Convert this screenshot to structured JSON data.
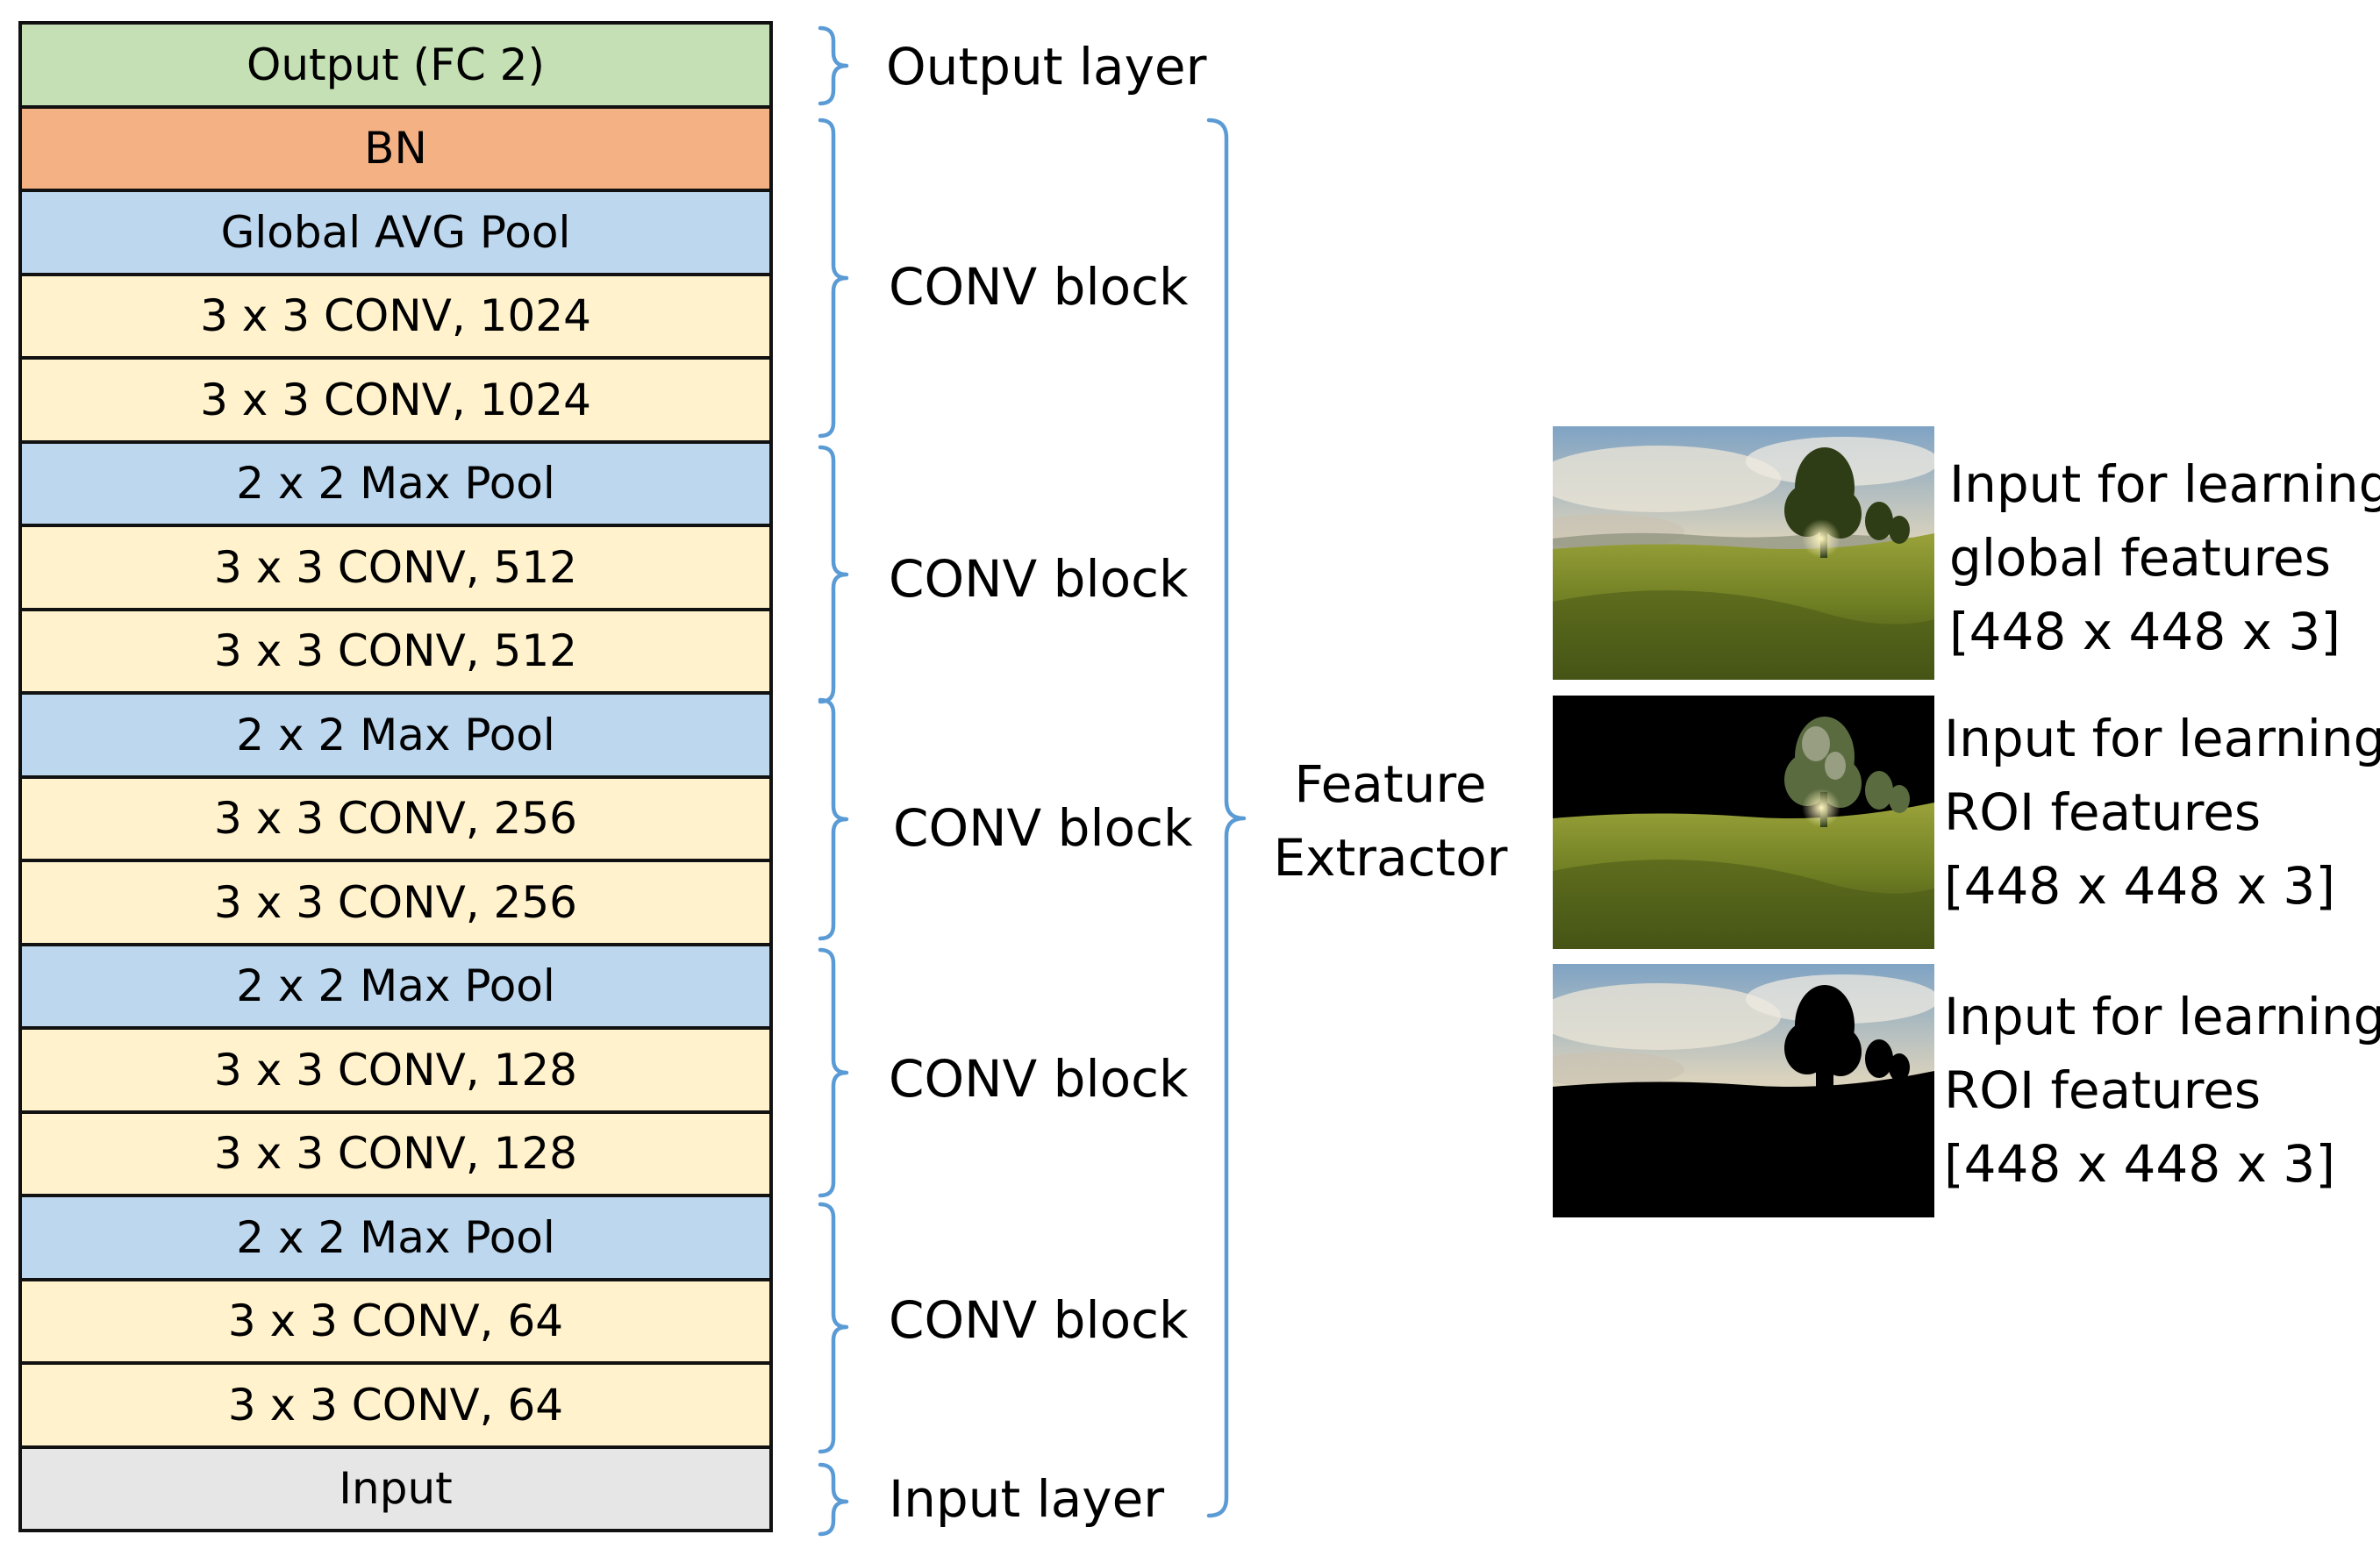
{
  "layers": [
    {
      "label": "Output (FC 2)",
      "kind": "output"
    },
    {
      "label": "BN",
      "kind": "bn"
    },
    {
      "label": "Global AVG Pool",
      "kind": "pool"
    },
    {
      "label": "3 x 3 CONV, 1024",
      "kind": "conv"
    },
    {
      "label": "3 x 3 CONV, 1024",
      "kind": "conv"
    },
    {
      "label": "2 x 2 Max Pool",
      "kind": "pool"
    },
    {
      "label": "3 x 3 CONV, 512",
      "kind": "conv"
    },
    {
      "label": "3 x 3 CONV, 512",
      "kind": "conv"
    },
    {
      "label": "2 x 2 Max Pool",
      "kind": "pool"
    },
    {
      "label": "3 x 3 CONV, 256",
      "kind": "conv"
    },
    {
      "label": "3 x 3 CONV, 256",
      "kind": "conv"
    },
    {
      "label": "2 x 2 Max Pool",
      "kind": "pool"
    },
    {
      "label": "3 x 3 CONV, 128",
      "kind": "conv"
    },
    {
      "label": "3 x 3 CONV, 128",
      "kind": "conv"
    },
    {
      "label": "2 x 2 Max Pool",
      "kind": "pool"
    },
    {
      "label": "3 x 3 CONV, 64",
      "kind": "conv"
    },
    {
      "label": "3 x 3 CONV, 64",
      "kind": "conv"
    },
    {
      "label": "Input",
      "kind": "input"
    }
  ],
  "groups": {
    "output_layer": "Output layer",
    "conv_block_1": "CONV block",
    "conv_block_2": "CONV block",
    "conv_block_3": "CONV block",
    "conv_block_4": "CONV block",
    "conv_block_5": "CONV block",
    "input_layer": "Input layer",
    "feature_extractor": {
      "line1": "Feature",
      "line2": "Extractor"
    }
  },
  "inputs": [
    {
      "line1": "Input for learning",
      "line2": "global features",
      "line3": "[448 x 448 x 3]",
      "mask": "none"
    },
    {
      "line1": "Input for learning",
      "line2": "ROI features",
      "line3": "[448 x 448 x 3]",
      "mask": "sky-masked"
    },
    {
      "line1": "Input for learning",
      "line2": "ROI features",
      "line3": "[448 x 448 x 3]",
      "mask": "ground-masked"
    }
  ],
  "colors": {
    "output": "#c5e0b4",
    "bn": "#f4b183",
    "pool": "#bdd7ee",
    "conv": "#fff2cc",
    "input": "#e7e6e6",
    "bracket": "#5b9bd5"
  }
}
